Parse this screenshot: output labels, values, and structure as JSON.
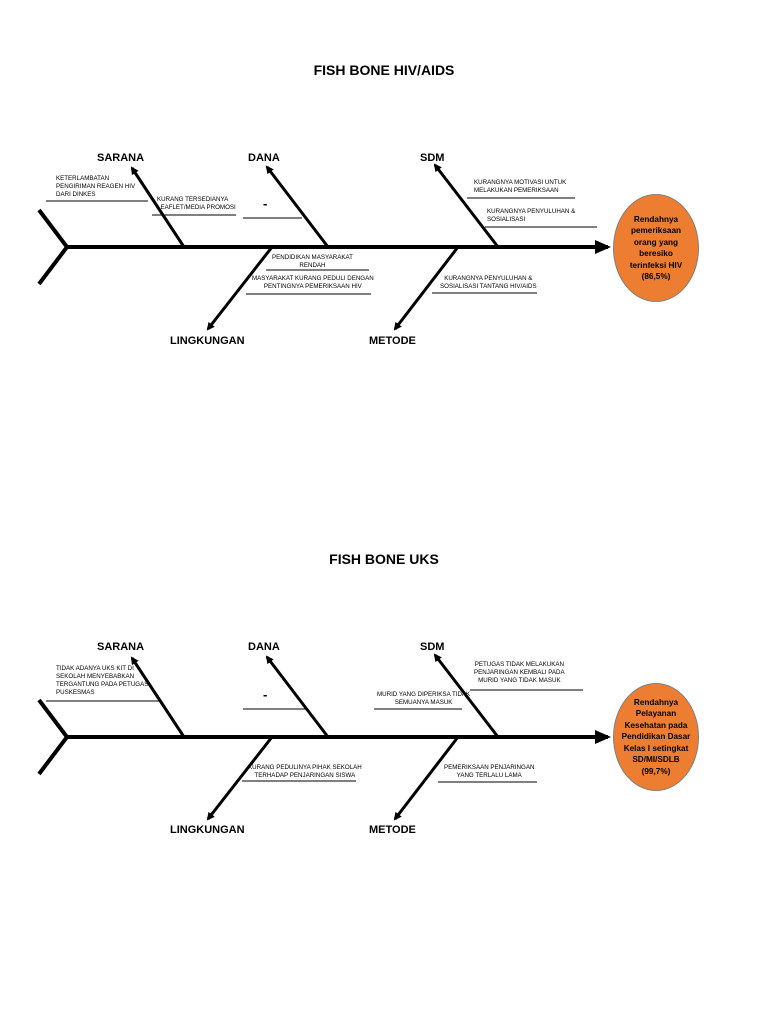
{
  "diagrams": [
    {
      "title": "FISH BONE HIV/AIDS",
      "categories": {
        "sarana": "SARANA",
        "dana": "DANA",
        "sdm": "SDM",
        "lingkungan": "LINGKUNGAN",
        "metode": "METODE"
      },
      "causes": {
        "sarana_1": "KETERLAMBATAN\nPENGIRIMAN REAGEN HIV\nDARI DINKES",
        "sarana_2": "KURANG TERSEDIANYA\nLEAFLET/MEDIA PROMOSI",
        "dana_1": "-",
        "sdm_1": "KURANGNYA MOTIVASI UNTUK\nMELAKUKAN PEMERIKSAAN",
        "sdm_2": "KURANGNYA PENYULUHAN &\nSOSIALISASI",
        "lingkungan_1": "PENDIDIKAN MASYARAKAT\nRENDAH",
        "lingkungan_2": "MASYARAKAT KURANG PEDULI DENGAN\nPENTINGNYA PEMERIKSAAN HIV",
        "metode_1": "KURANGNYA PENYULUHAN &\nSOSIALISASI TANTANG HIV/AIDS"
      },
      "effect": "Rendahnya pemeriksaan orang yang beresiko terinfeksi HIV (86,5%)"
    },
    {
      "title": "FISH BONE UKS",
      "categories": {
        "sarana": "SARANA",
        "dana": "DANA",
        "sdm": "SDM",
        "lingkungan": "LINGKUNGAN",
        "metode": "METODE"
      },
      "causes": {
        "sarana_1": "TIDAK ADANYA UKS KIT DI\nSEKOLAH MENYEBABKAN\nTERGANTUNG PADA PETUGAS\nPUSKESMAS",
        "dana_1": "-",
        "sdm_1": "PETUGAS TIDAK MELAKUKAN\nPENJARINGAN KEMBALI PADA\nMURID YANG TIDAK MASUK",
        "sdm_2": "MURID YANG DIPERIKSA TIDAK\nSEMUANYA MASUK",
        "lingkungan_1": "KURANG PEDULINYA PIHAK SEKOLAH\nTERHADAP PENJARINGAN SISWA",
        "metode_1": "PEMERIKSAAN PENJARINGAN\nYANG TERLALU LAMA"
      },
      "effect": "Rendahnya Pelayanan Kesehatan pada Pendidikan Dasar Kelas I setingkat SD/MI/SDLB (99,7%)"
    }
  ]
}
